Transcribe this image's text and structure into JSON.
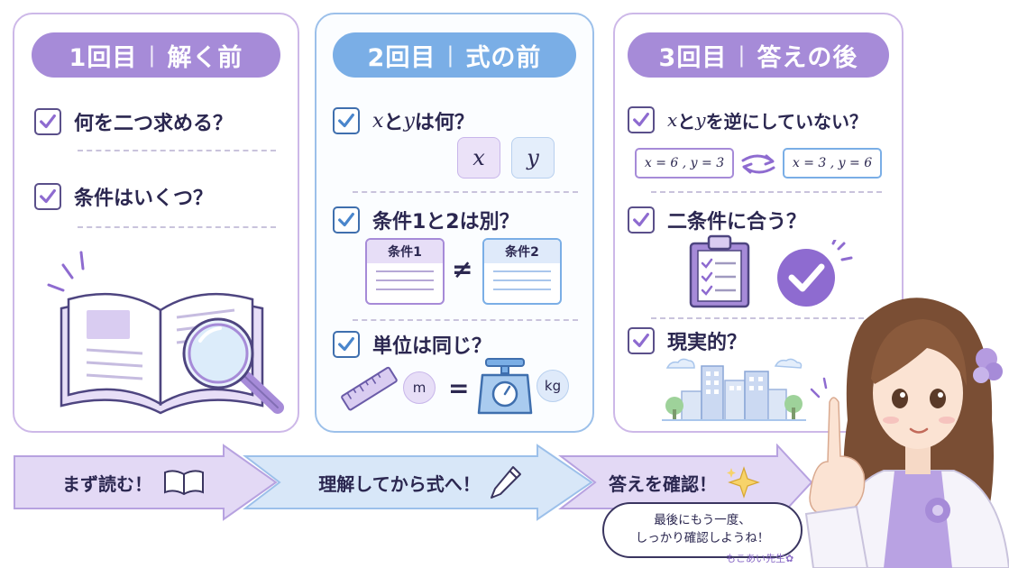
{
  "colors": {
    "purple": "#a68bd8",
    "blue": "#7aaee6",
    "dark_text": "#2b2750",
    "check": "#8e6bd0"
  },
  "panels": [
    {
      "heading_num": "1回目",
      "heading_text": "解く前",
      "items": [
        {
          "label": "何を二つ求める？"
        },
        {
          "label": "条件はいくつ？"
        }
      ],
      "illustration": "book-magnifier-icon"
    },
    {
      "heading_num": "2回目",
      "heading_text": "式の前",
      "items": [
        {
          "label_pre": "x",
          "label_mid": "と",
          "label_var2": "y",
          "label_post": "は何？"
        },
        {
          "label": "条件1と2は別？"
        },
        {
          "label": "単位は同じ？"
        }
      ],
      "chips": [
        "x",
        "y"
      ],
      "cond_boxes": [
        "条件1",
        "条件2"
      ],
      "neq": "≠",
      "units": {
        "left": "m",
        "eq": "=",
        "right": "kg"
      }
    },
    {
      "heading_num": "3回目",
      "heading_text": "答えの後",
      "items": [
        {
          "label_pre": "x",
          "label_mid": "と",
          "label_var2": "y",
          "label_post": "を逆にしていない？"
        },
        {
          "label": "二条件に合う？"
        },
        {
          "label": "現実的？"
        }
      ],
      "eq_left": "x = 6 , y = 3",
      "eq_right": "x = 3 , y = 6"
    }
  ],
  "steps": [
    {
      "label": "まず読む！"
    },
    {
      "label": "理解してから式へ！"
    },
    {
      "label": "答えを確認！"
    }
  ],
  "bubble": {
    "line1": "最後にもう一度、",
    "line2": "しっかり確認しようね！"
  },
  "signature": "もこあい先生✿"
}
